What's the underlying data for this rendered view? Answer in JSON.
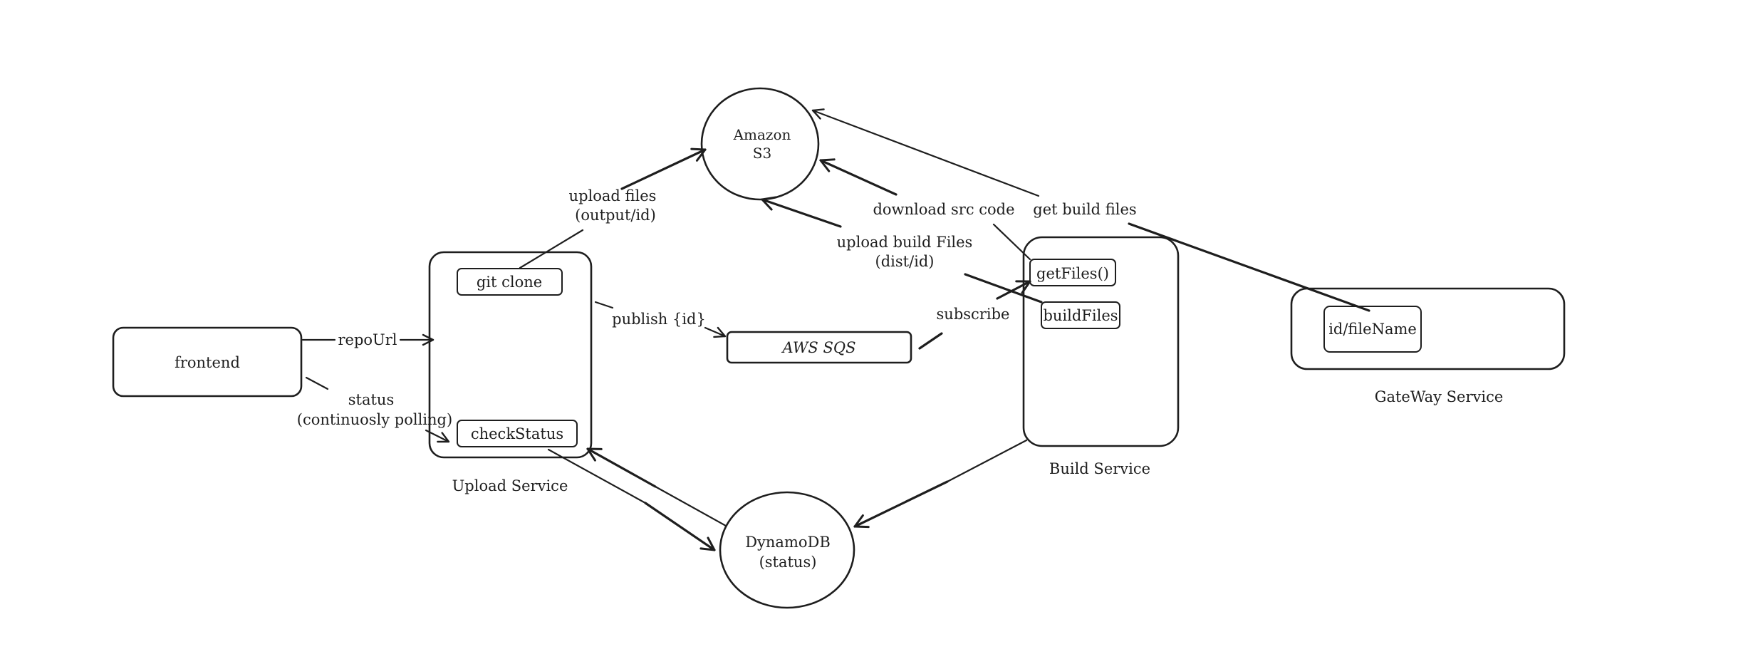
{
  "nodes": {
    "frontend": "frontend",
    "upload_service": "Upload Service",
    "git_clone": "git clone",
    "check_status": "checkStatus",
    "aws_sqs": "AWS SQS",
    "amazon_s3_line1": "Amazon",
    "amazon_s3_line2": "S3",
    "dynamodb_line1": "DynamoDB",
    "dynamodb_line2": "(status)",
    "build_service": "Build Service",
    "get_files": "getFiles()",
    "build_files": "buildFiles",
    "gateway_service": "GateWay Service",
    "id_filename": "id/fileName"
  },
  "edges": {
    "repo_url": "repoUrl",
    "status_line1": "status",
    "status_line2": "(continuosly polling)",
    "upload_files_line1": "upload files",
    "upload_files_line2": "(output/id)",
    "publish_id": "publish {id}",
    "subscribe": "subscribe",
    "download_src_code": "download src code",
    "upload_build_files_line1": "upload build Files",
    "upload_build_files_line2": "(dist/id)",
    "get_build_files": "get build files"
  },
  "colors": {
    "stroke": "#1e1e1e",
    "background": "#ffffff"
  }
}
